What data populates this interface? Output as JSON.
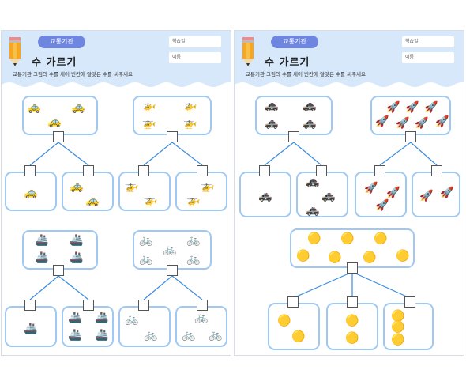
{
  "left_sheet": {
    "badge": "교통기관",
    "title": "수 가르기",
    "instruction": "교통기관 그림의 수를 세어 빈칸에 알맞은 수를 써주세요",
    "field_class": "학습일",
    "field_name": "이름"
  },
  "right_sheet": {
    "badge": "교통기관",
    "title": "수 가르기",
    "instruction": "교통기관 그림의 수를 세어 빈칸에 알맞은 수를 써주세요",
    "field_class": "학습일",
    "field_name": "이름"
  },
  "icons": [
    "pencil-icon",
    "car-icon",
    "helicopter-icon",
    "ship-icon",
    "bicycle-icon",
    "police-car-icon",
    "rocket-icon",
    "submarine-icon"
  ],
  "colors": {
    "header_bg": "#d7e8fb",
    "badge": "#6f86e0",
    "box_border": "#9fc8f2",
    "line": "#3b8de0"
  }
}
